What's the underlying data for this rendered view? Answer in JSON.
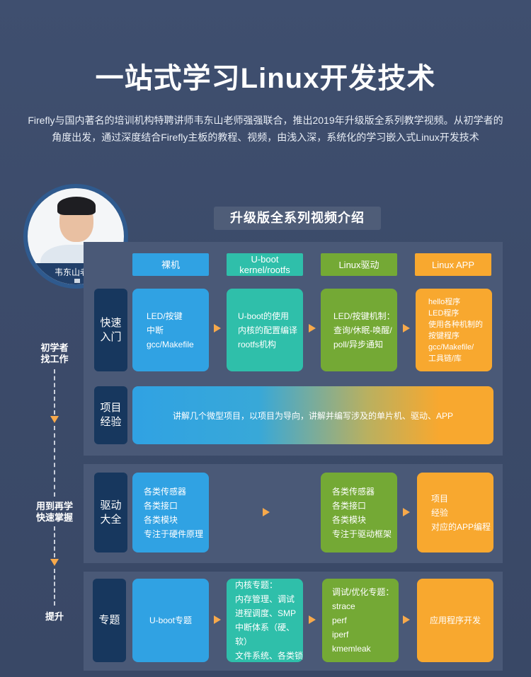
{
  "title": "一站式学习Linux开发技术",
  "intro": {
    "line1": "Firefly与国内著名的培训机构特聘讲师韦东山老师强强联合，推出2019年升级版全系列教学视频。从初学者的",
    "line2": "角度出发，通过深度结合Firefly主板的教程、视频，由浅入深，系统化的学习嵌入式Linux开发技术"
  },
  "teacher": {
    "name": "韦东山老师"
  },
  "section_title": "升级版全系列视频介绍",
  "columns": [
    {
      "label_line1": "裸机",
      "label_line2": ""
    },
    {
      "label_line1": "U-boot",
      "label_line2": "kernel/rootfs"
    },
    {
      "label_line1": "Linux驱动",
      "label_line2": ""
    },
    {
      "label_line1": "Linux APP",
      "label_line2": ""
    }
  ],
  "stages": [
    {
      "line1": "初学者",
      "line2": "找工作"
    },
    {
      "line1": "用到再学",
      "line2": "快速掌握"
    },
    {
      "line1": "提升",
      "line2": ""
    }
  ],
  "quick_start": {
    "label_line1": "快速",
    "label_line2": "入门",
    "cards": [
      {
        "lines": [
          "LED/按键",
          "中断",
          "gcc/Makefile"
        ]
      },
      {
        "lines": [
          "U-boot的使用",
          "内核的配置编译",
          "rootfs机构"
        ]
      },
      {
        "lines": [
          "LED/按键机制：",
          "查询/休眠-唤醒/",
          "poll/异步通知"
        ]
      },
      {
        "lines": [
          "hello程序",
          "LED程序",
          "使用各种机制的",
          "按键程序",
          "gcc/Makefile/",
          "工具链/库"
        ]
      }
    ]
  },
  "project": {
    "label_line1": "项目",
    "label_line2": "经验",
    "text": "讲解几个微型项目，以项目为导向，讲解并编写涉及的单片机、驱动、APP"
  },
  "drivers": {
    "label_line1": "驱动",
    "label_line2": "大全",
    "cards": [
      {
        "lines": [
          "各类传感器",
          "各类接口",
          "各类模块",
          "专注于硬件原理"
        ]
      },
      {
        "lines": [
          "各类传感器",
          "各类接口",
          "各类模块",
          "专注于驱动框架"
        ]
      },
      {
        "lines": [
          "项目",
          "经验",
          "对应的APP编程"
        ]
      }
    ]
  },
  "topics": {
    "label": "专题",
    "cards": [
      {
        "lines": [
          "U-boot专题"
        ]
      },
      {
        "lines": [
          "内核专题：",
          "内存管理、调试",
          "进程调度、SMP",
          "中断体系（硬、软）",
          "文件系统、各类锁"
        ]
      },
      {
        "lines": [
          "调试/优化专题：",
          "strace",
          "perf",
          "iperf",
          "kmemleak"
        ]
      },
      {
        "lines": [
          "应用程序开发"
        ]
      }
    ]
  },
  "colors": {
    "blue": "#30a2e3",
    "teal": "#2fbfaa",
    "green": "#74a935",
    "orange": "#f8a82f",
    "navy": "#17375e",
    "arrow": "#f7a94b"
  }
}
